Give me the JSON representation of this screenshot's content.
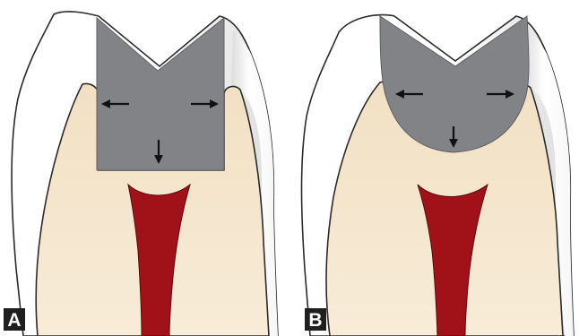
{
  "panels": [
    {
      "id": "A",
      "label": "A",
      "preparation_shape": "box-shaped (square internal line angles)"
    },
    {
      "id": "B",
      "label": "B",
      "preparation_shape": "rounded (curved internal line angles)"
    }
  ],
  "colors": {
    "dentin": "#f1e0c3",
    "dentin_light": "#f8ecd8",
    "enamel": "#ffffff",
    "enamel_shade": "#dcdcdc",
    "preparation": "#828387",
    "pulp": "#a01218",
    "outline": "#2b2b2b",
    "label_box": "#1f1f1f",
    "label_text": "#ffffff"
  },
  "icons": [
    "arrow-left-icon",
    "arrow-right-icon",
    "arrow-down-icon"
  ]
}
